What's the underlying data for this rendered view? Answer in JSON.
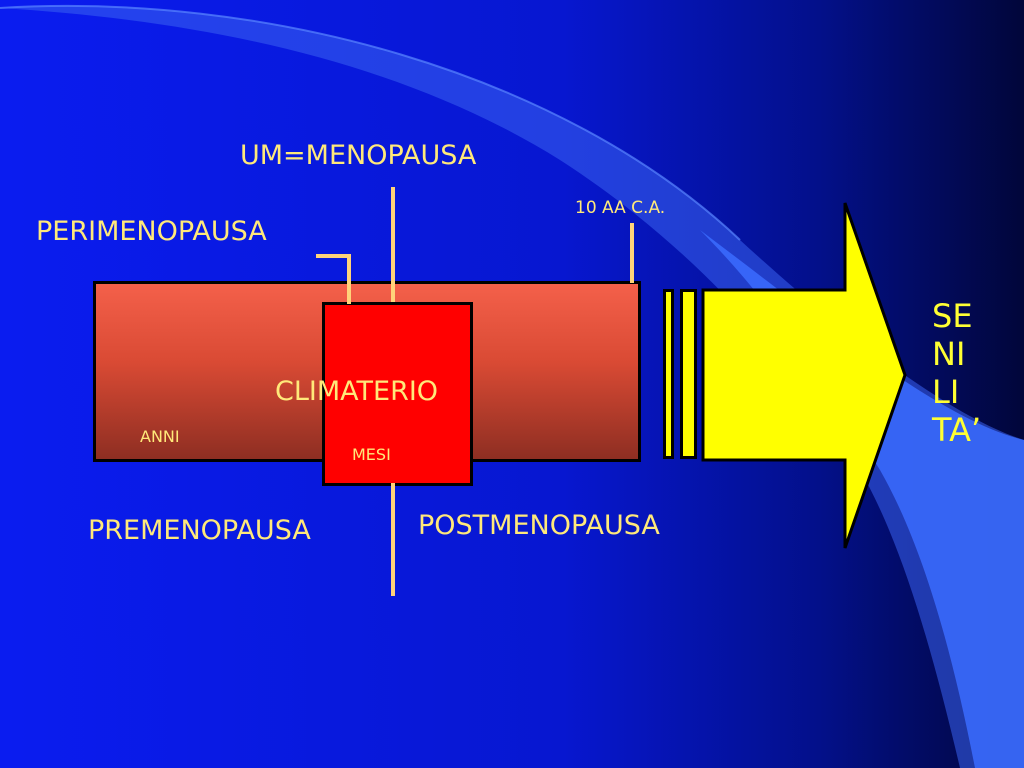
{
  "labels": {
    "um_menopausa": "UM=MENOPAUSA",
    "perimenopausa": "PERIMENOPAUSA",
    "ten_aa": "10 AA C.A.",
    "climaterio": "CLIMATERIO",
    "anni": "ANNI",
    "mesi": "MESI",
    "premenopausa": "PREMENOPAUSA",
    "postmenopausa": "POSTMENOPAUSA"
  },
  "senilita": [
    "SE",
    "NI",
    "LI",
    "TA’"
  ],
  "colors": {
    "background_start": "#0a1cf0",
    "background_end": "#01063a",
    "label_text": "#ffe97a",
    "marker_line": "#ffd37a",
    "climaterio_bar": "#e2503a",
    "mesi_box": "#ff0000",
    "arrow": "#ffff00",
    "senilita_text": "#ffff33"
  }
}
